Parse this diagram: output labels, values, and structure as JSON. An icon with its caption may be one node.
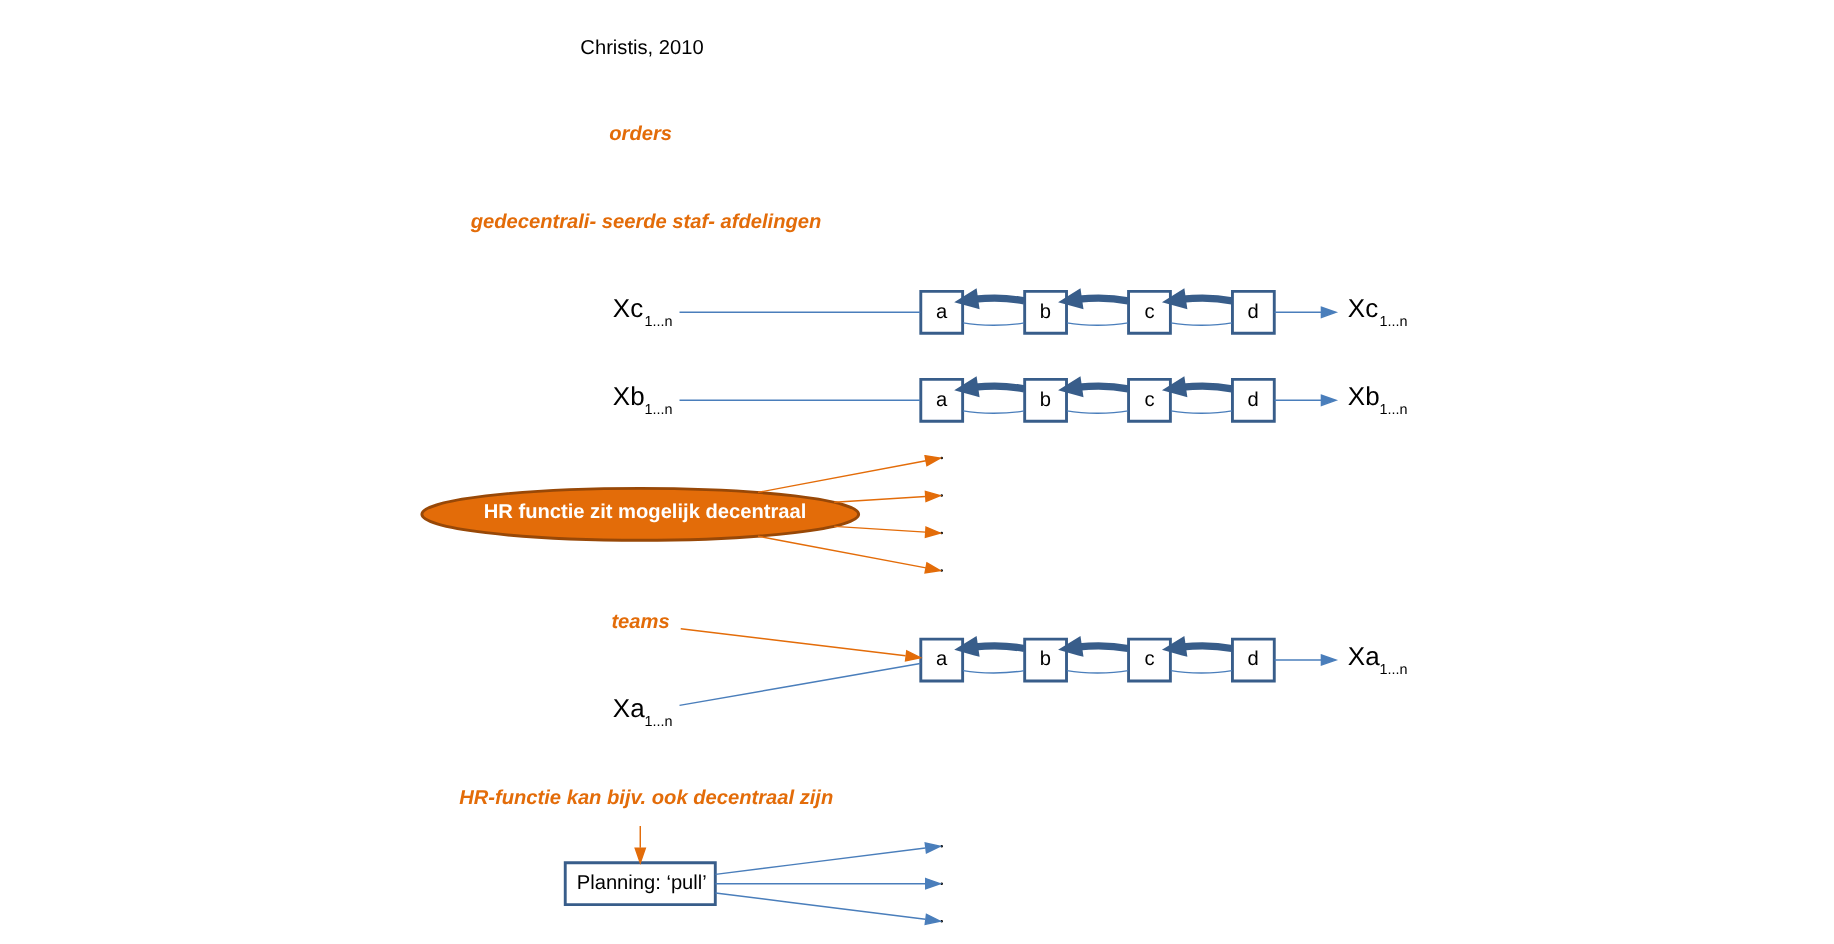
{
  "diagram": {
    "nodes": [
      {
        "text": [
          "HR-functie kan bijv. ook decentraal zijn"
        ]
      },
      {
        "text": [
          "teams"
        ]
      },
      {
        "text": [
          "Planning: ‘pull’"
        ]
      },
      {
        "text": [
          "HR functie zit mogelijk decentraal"
        ]
      },
      {
        "text": [
          "Xa$_{1...n}$"
        ]
      },
      {
        "text": [
          "a"
        ]
      },
      {
        "text": [
          "b"
        ]
      },
      {
        "text": [
          "c"
        ]
      },
      {
        "text": [
          "d"
        ]
      },
      {
        "text": [
          "Xa$_{1...n}$"
        ]
      },
      {
        "text": [
          "Xb$_{1...n}$"
        ]
      },
      {
        "text": [
          "a"
        ]
      },
      {
        "text": [
          "b"
        ]
      },
      {
        "text": [
          "c"
        ]
      },
      {
        "text": [
          "d"
        ]
      },
      {
        "text": [
          "Xb$_{1...n}$"
        ]
      },
      {
        "text": [
          "Xc$_{1...n}$"
        ]
      },
      {
        "text": [
          "a"
        ]
      },
      {
        "text": [
          "b"
        ]
      },
      {
        "text": [
          "c"
        ]
      },
      {
        "text": [
          "d"
        ]
      },
      {
        "text": [
          "Xc$_{1...n}$"
        ]
      }
    ],
    "edges": [
      {
        "from": 0,
        "to": 2,
        "arrow": "to",
        "color": "#e36c09"
      },
      {
        "from": 1,
        "to": 5,
        "arrow": "to",
        "color": "#e36c09"
      },
      {
        "from": 4,
        "to": 5,
        "arrow": "none"
      },
      {
        "from": 5,
        "to": 6,
        "arrow": "none"
      },
      {
        "from": 6,
        "to": 7,
        "arrow": "none"
      },
      {
        "from": 7,
        "to": 8,
        "arrow": "none"
      },
      {
        "from": 8,
        "to": 9,
        "arrow": "to"
      },
      {
        "from": 6,
        "to": 5,
        "arrow": "to",
        "style": "thick"
      },
      {
        "from": 7,
        "to": 6,
        "arrow": "to",
        "style": "thick"
      },
      {
        "from": 8,
        "to": 7,
        "arrow": "to",
        "style": "thick"
      },
      {
        "from": 10,
        "to": 11,
        "arrow": "none"
      },
      {
        "from": 11,
        "to": 12,
        "arrow": "none"
      },
      {
        "from": 12,
        "to": 13,
        "arrow": "none"
      },
      {
        "from": 13,
        "to": 14,
        "arrow": "none"
      },
      {
        "from": 14,
        "to": 15,
        "arrow": "to"
      },
      {
        "from": 12,
        "to": 11,
        "arrow": "to",
        "style": "thick"
      },
      {
        "from": 13,
        "to": 12,
        "arrow": "to",
        "style": "thick"
      },
      {
        "from": 14,
        "to": 13,
        "arrow": "to",
        "style": "thick"
      },
      {
        "from": 16,
        "to": 17,
        "arrow": "none"
      },
      {
        "from": 17,
        "to": 18,
        "arrow": "none"
      },
      {
        "from": 18,
        "to": 19,
        "arrow": "none"
      },
      {
        "from": 19,
        "to": 20,
        "arrow": "none"
      },
      {
        "from": 20,
        "to": 21,
        "arrow": "to"
      },
      {
        "from": 18,
        "to": 17,
        "arrow": "to",
        "style": "thick"
      },
      {
        "from": 19,
        "to": 18,
        "arrow": "to",
        "style": "thick"
      },
      {
        "from": 20,
        "to": 19,
        "arrow": "to",
        "style": "thick"
      },
      {
        "from": 2,
        "to": null,
        "arrow": "to"
      },
      {
        "from": 2,
        "to": null,
        "arrow": "to"
      },
      {
        "from": 2,
        "to": null,
        "arrow": "to"
      },
      {
        "from": 3,
        "to": null,
        "arrow": "to",
        "color": "#e36c09"
      },
      {
        "from": 3,
        "to": null,
        "arrow": "to",
        "color": "#e36c09"
      },
      {
        "from": 3,
        "to": null,
        "arrow": "to",
        "color": "#e36c09"
      },
      {
        "from": 3,
        "to": null,
        "arrow": "to",
        "color": "#e36c09"
      }
    ],
    "labels": [
      "gedecentrali- seerde staf- afdelingen",
      "orders",
      "Christis, 2010"
    ]
  }
}
